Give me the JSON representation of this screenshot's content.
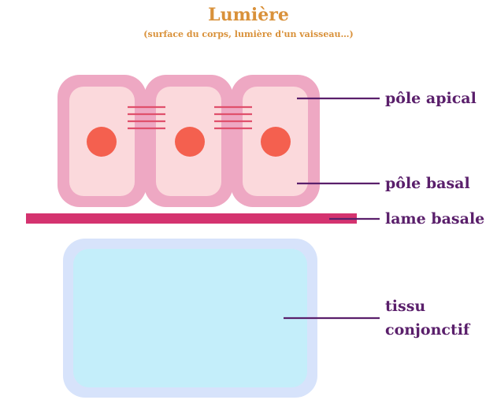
{
  "header": {
    "title": "Lumière",
    "subtitle": "(surface du corps, lumière d'un vaisseau…)"
  },
  "labels": {
    "apical": "pôle apical",
    "basal": "pôle basal",
    "basement": "lame basale",
    "connective_line1": "tissu",
    "connective_line2": "conjonctif"
  },
  "colors": {
    "title": "#d9913a",
    "cell_outer": "#eea8c3",
    "cell_inner": "#fbd9dc",
    "nucleus": "#f4604f",
    "junction": "#e0506c",
    "basement_membrane": "#d4336f",
    "connective_outer": "#d7e3fb",
    "connective_inner": "#c4eefa",
    "leader_line": "#5a1f6b",
    "label_text": "#5a1f6b"
  }
}
